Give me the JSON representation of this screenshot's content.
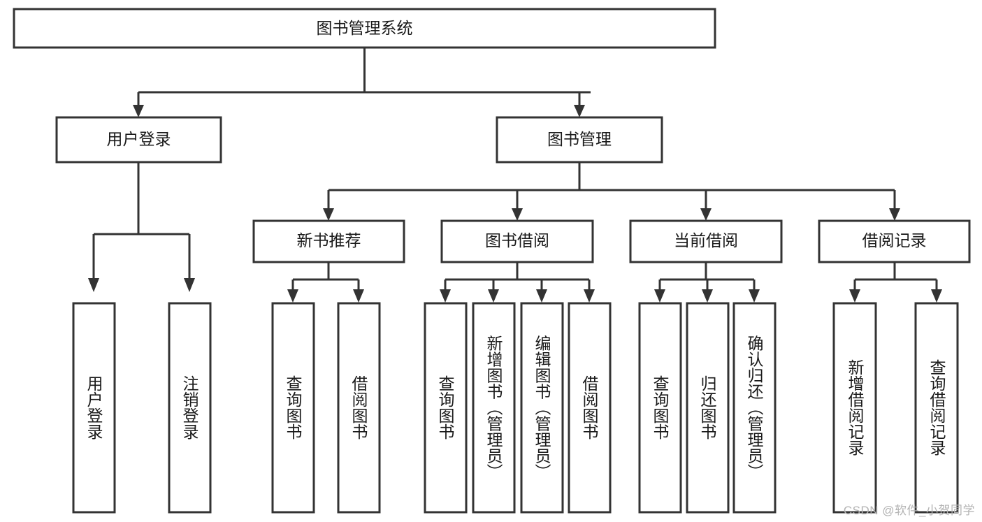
{
  "diagram": {
    "type": "hierarchy-tree",
    "title": "图书管理系统",
    "orientation": "top-down",
    "levels": 4,
    "root": {
      "id": "root",
      "label": "图书管理系统"
    },
    "level2": [
      {
        "id": "user-login",
        "label": "用户登录"
      },
      {
        "id": "book-manage",
        "label": "图书管理"
      }
    ],
    "level3": [
      {
        "id": "new-book-rec",
        "label": "新书推荐",
        "parent": "book-manage"
      },
      {
        "id": "book-borrow",
        "label": "图书借阅",
        "parent": "book-manage"
      },
      {
        "id": "current-borrow",
        "label": "当前借阅",
        "parent": "book-manage"
      },
      {
        "id": "borrow-record",
        "label": "借阅记录",
        "parent": "book-manage"
      }
    ],
    "leaves": [
      {
        "id": "leaf-1",
        "label": "用户登录",
        "parent": "user-login"
      },
      {
        "id": "leaf-2",
        "label": "注销登录",
        "parent": "user-login"
      },
      {
        "id": "leaf-3",
        "label": "查询图书",
        "parent": "new-book-rec"
      },
      {
        "id": "leaf-4",
        "label": "借阅图书",
        "parent": "new-book-rec"
      },
      {
        "id": "leaf-5",
        "label": "查询图书",
        "parent": "book-borrow"
      },
      {
        "id": "leaf-6",
        "label": "新增图书（管理员）",
        "parent": "book-borrow"
      },
      {
        "id": "leaf-7",
        "label": "编辑图书（管理员）",
        "parent": "book-borrow"
      },
      {
        "id": "leaf-8",
        "label": "借阅图书",
        "parent": "book-borrow"
      },
      {
        "id": "leaf-9",
        "label": "查询图书",
        "parent": "current-borrow"
      },
      {
        "id": "leaf-10",
        "label": "归还图书",
        "parent": "current-borrow"
      },
      {
        "id": "leaf-11",
        "label": "确认归还（管理员）",
        "parent": "current-borrow"
      },
      {
        "id": "leaf-12",
        "label": "新增借阅记录",
        "parent": "borrow-record"
      },
      {
        "id": "leaf-13",
        "label": "查询借阅记录",
        "parent": "borrow-record"
      }
    ]
  },
  "watermark": {
    "text": "CSDN @软件_小贺同学"
  },
  "colors": {
    "stroke": "#333333",
    "box_fill": "#ffffff",
    "text": "#1a1a1a",
    "watermark": "#b3b3b3",
    "background": "#ffffff"
  }
}
